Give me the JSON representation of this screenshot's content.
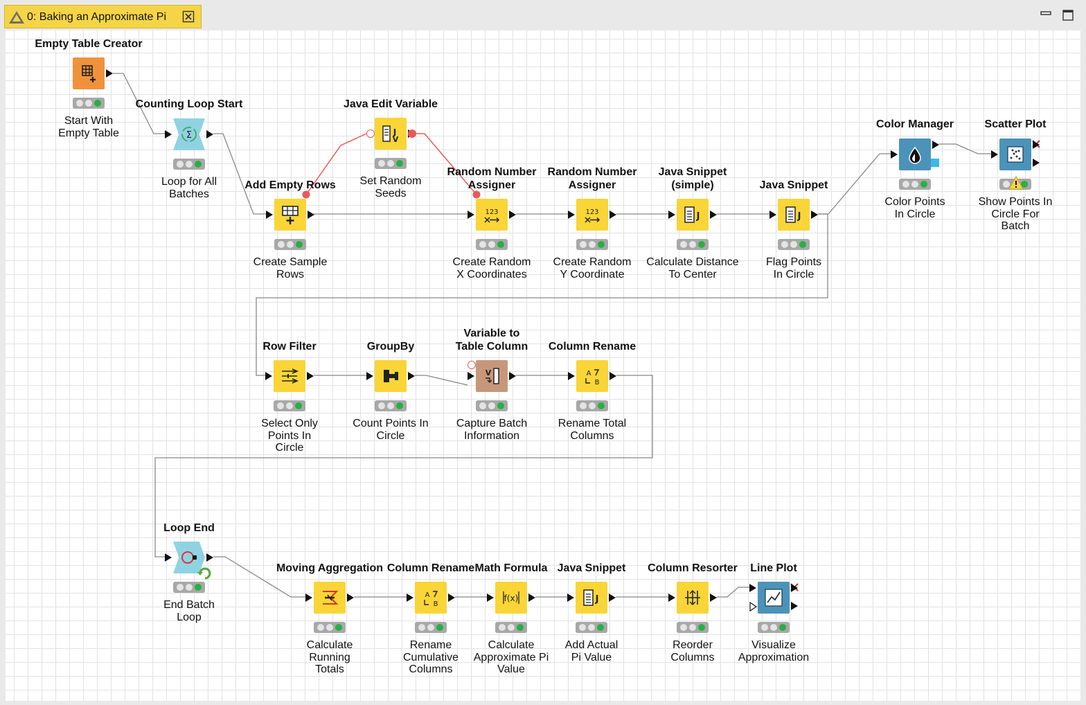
{
  "tab": {
    "title": "0: Baking an Approximate Pi",
    "warning_icon": "warning-triangle-icon",
    "close_icon": "close-icon"
  },
  "window_controls": {
    "minimize_icon": "minimize-icon",
    "maximize_icon": "maximize-icon"
  },
  "colors": {
    "source": "#f0923c",
    "manipulator": "#f9d537",
    "loop": "#8fd3e2",
    "view": "#4b93b9",
    "variable_to_table": "#c7977a",
    "status_ok": "#27b043",
    "flow_variable": "#e85a57",
    "tab_bg": "#f5d547"
  },
  "nodes": {
    "empty_table_creator": {
      "title": "Empty Table Creator",
      "label": "Start With\nEmpty Table",
      "icon": "table-plus-icon"
    },
    "counting_loop_start": {
      "title": "Counting Loop Start",
      "label": "Loop for All\nBatches",
      "icon": "sigma-loop-icon"
    },
    "add_empty_rows": {
      "title": "Add Empty Rows",
      "label": "Create Sample\nRows",
      "icon": "add-rows-icon"
    },
    "java_edit_variable": {
      "title": "Java Edit Variable",
      "label": "Set Random\nSeeds",
      "icon": "java-variable-icon"
    },
    "random_number_x": {
      "title": "Random Number\nAssigner",
      "label": "Create Random\nX Coordinates",
      "icon": "random-numbers-icon"
    },
    "random_number_y": {
      "title": "Random Number\nAssigner",
      "label": "Create Random\nY Coordinate",
      "icon": "random-numbers-icon"
    },
    "java_snippet_simple": {
      "title": "Java Snippet\n(simple)",
      "label": "Calculate Distance\nTo Center",
      "icon": "java-snippet-icon"
    },
    "java_snippet_flag": {
      "title": "Java Snippet",
      "label": "Flag Points\nIn Circle",
      "icon": "java-snippet-icon"
    },
    "color_manager": {
      "title": "Color Manager",
      "label": "Color Points\nIn Circle",
      "icon": "color-drop-icon"
    },
    "scatter_plot": {
      "title": "Scatter Plot",
      "label": "Show Points In\nCircle For\nBatch",
      "icon": "scatter-plot-icon"
    },
    "row_filter": {
      "title": "Row Filter",
      "label": "Select Only\nPoints In\nCircle",
      "icon": "row-filter-icon"
    },
    "groupby": {
      "title": "GroupBy",
      "label": "Count Points In\nCircle",
      "icon": "groupby-icon"
    },
    "variable_to_table": {
      "title": "Variable to\nTable Column",
      "label": "Capture Batch\nInformation",
      "icon": "variable-to-column-icon"
    },
    "column_rename_1": {
      "title": "Column Rename",
      "label": "Rename Total\nColumns",
      "icon": "column-rename-icon"
    },
    "loop_end": {
      "title": "Loop End",
      "label": "End Batch\nLoop",
      "icon": "loop-end-icon"
    },
    "moving_aggregation": {
      "title": "Moving Aggregation",
      "label": "Calculate\nRunning\nTotals",
      "icon": "moving-aggregation-icon"
    },
    "column_rename_2": {
      "title": "Column Rename",
      "label": "Rename\nCumulative\nColumns",
      "icon": "column-rename-icon"
    },
    "math_formula": {
      "title": "Math Formula",
      "label": "Calculate\nApproximate Pi\nValue",
      "icon": "math-formula-icon"
    },
    "java_snippet_pi": {
      "title": "Java Snippet",
      "label": "Add Actual\nPi Value",
      "icon": "java-snippet-icon"
    },
    "column_resorter": {
      "title": "Column Resorter",
      "label": "Reorder\nColumns",
      "icon": "column-resorter-icon"
    },
    "line_plot": {
      "title": "Line Plot",
      "label": "Visualize\nApproximation",
      "icon": "line-plot-icon"
    }
  }
}
